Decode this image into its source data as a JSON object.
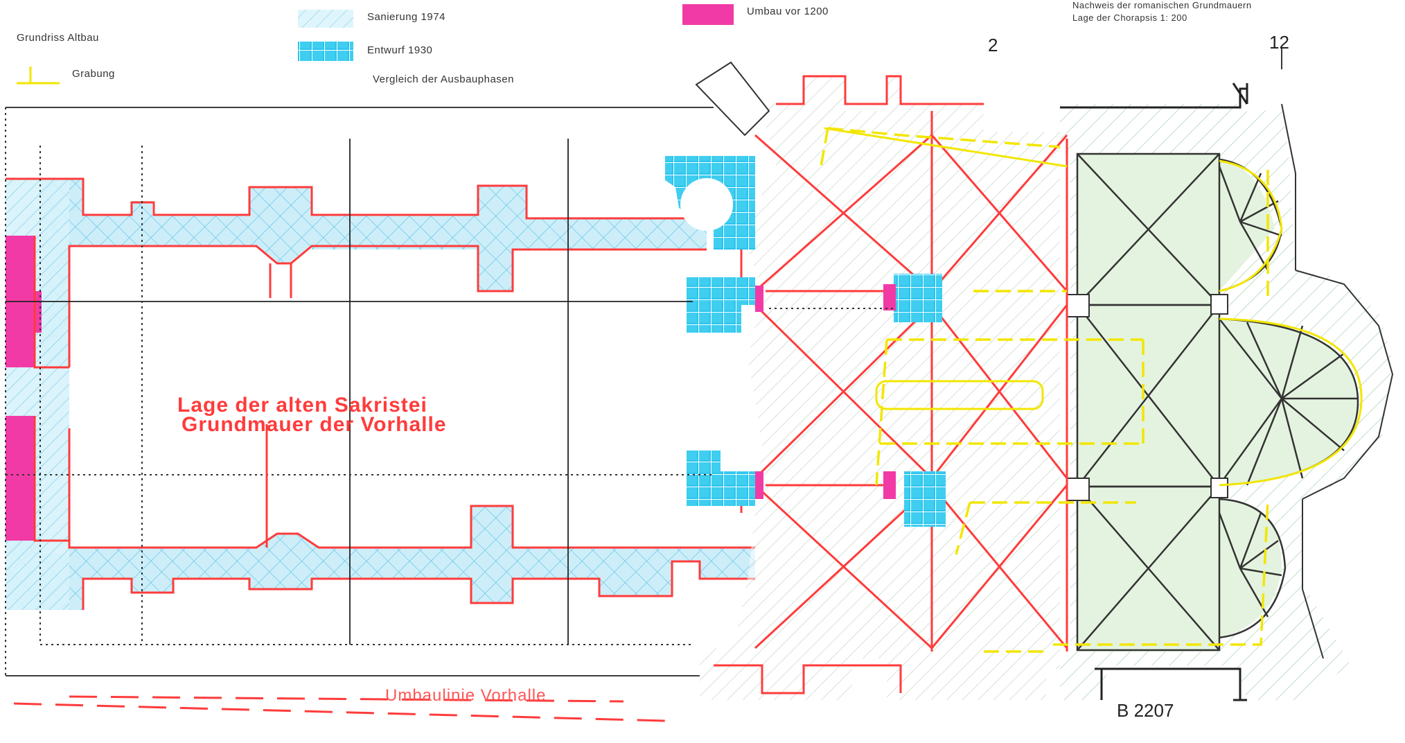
{
  "legend": [
    {
      "key": "legend-hatch-cyan-light",
      "text": "Sanierung 1974",
      "color": "#7fd8f0"
    },
    {
      "key": "legend-cyan-solid",
      "text": "Entwurf 1930",
      "color": "#28c4ec"
    },
    {
      "key": "legend-magenta",
      "text": "Umbau vor 1200",
      "color": "#f23aa6"
    },
    {
      "key": "legend-yellow",
      "text": "Grabung",
      "color": "#f2e600"
    },
    {
      "key": "legend-dash-black",
      "text": "Grundriss Altbau",
      "color": "#000000"
    }
  ],
  "legend_extra": {
    "cyan_subnote": "Vergleich der Ausbauphasen",
    "top_right_note_1": "Nachweis der romanischen Grundmauern",
    "top_right_note_2": "Lage der Chorapsis 1: 200"
  },
  "grid_labels": [
    "2",
    "12"
  ],
  "red_annotation": [
    "Lage der alten Sakristei",
    "Grundmauer der Vorhalle"
  ],
  "bottom_red_label": "Umbaulinie Vorhalle",
  "drawing_code": "B 2207",
  "colors": {
    "red": "#ff3b3b",
    "cyan": "#28c4ec",
    "cyan_light": "#bfeaf6",
    "magenta": "#f23aa6",
    "yellow": "#f2e600",
    "green_fill": "#e4f3df",
    "black": "#222222"
  }
}
